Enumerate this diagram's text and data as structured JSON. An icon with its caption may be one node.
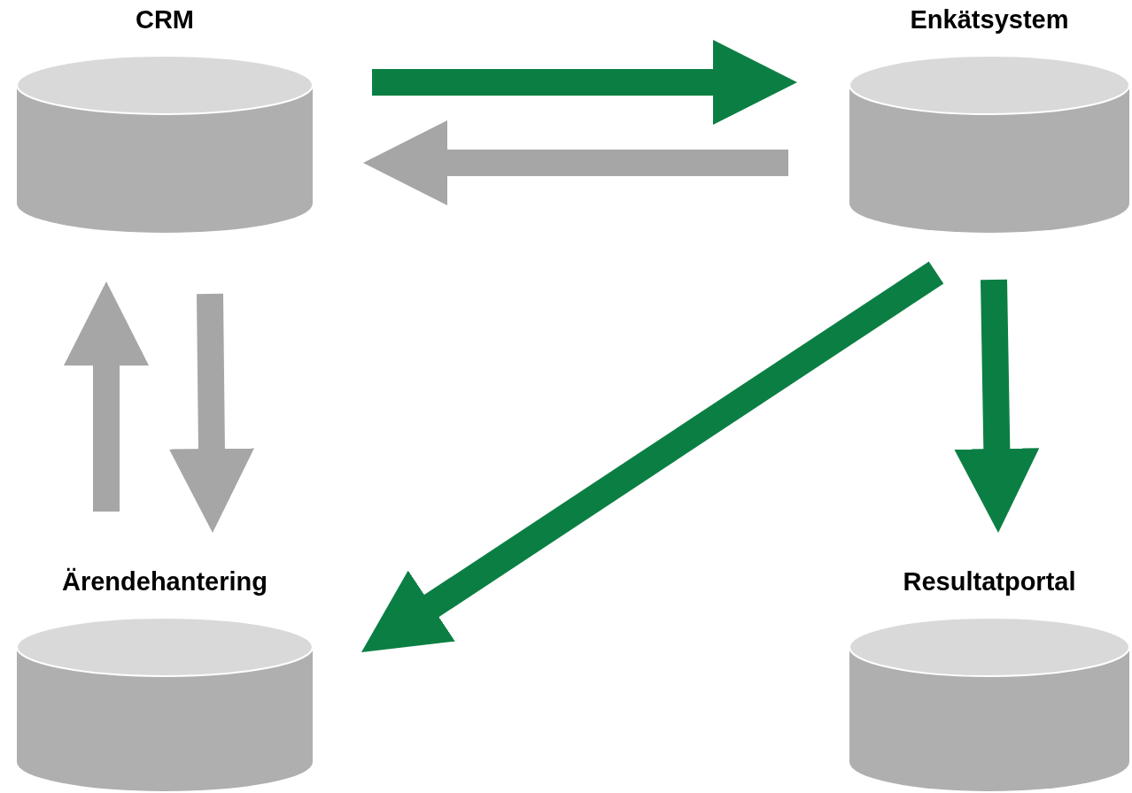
{
  "diagram": {
    "nodes": [
      {
        "text": [
          "CRM"
        ]
      },
      {
        "text": [
          "Enkätsystem"
        ]
      },
      {
        "text": [
          "Ärendehantering"
        ]
      },
      {
        "text": [
          "Resultatportal"
        ]
      }
    ],
    "edges": [
      {
        "from": 0,
        "to": 1,
        "arrow": "to",
        "color": "#0b7f43"
      },
      {
        "from": 1,
        "to": 0,
        "arrow": "to",
        "color": "#a6a6a6"
      },
      {
        "from": 2,
        "to": 0,
        "arrow": "to",
        "color": "#a6a6a6"
      },
      {
        "from": 0,
        "to": 2,
        "arrow": "to",
        "color": "#a6a6a6"
      },
      {
        "from": 1,
        "to": 2,
        "arrow": "to",
        "color": "#0b7f43"
      },
      {
        "from": 1,
        "to": 3,
        "arrow": "to",
        "color": "#0b7f43"
      }
    ]
  }
}
